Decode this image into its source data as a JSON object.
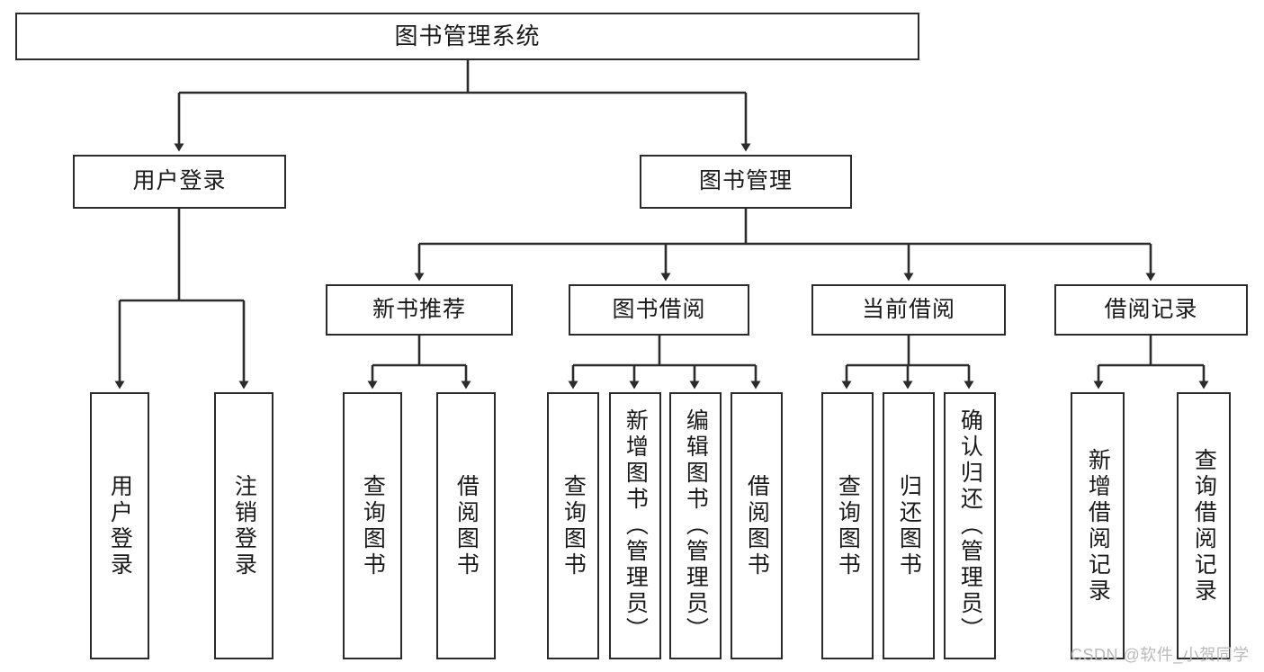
{
  "diagram": {
    "title": "图书管理系统",
    "type": "tree",
    "orientation": "top-down",
    "line_color": "#2b2b2b",
    "box_fill": "#ffffff",
    "text_color": "#1a1a1a",
    "root": {
      "label": "图书管理系统"
    },
    "level2": [
      {
        "label": "用户登录"
      },
      {
        "label": "图书管理"
      }
    ],
    "level3": [
      {
        "label": "新书推荐"
      },
      {
        "label": "图书借阅"
      },
      {
        "label": "当前借阅"
      },
      {
        "label": "借阅记录"
      }
    ],
    "leaves": {
      "user_login": [
        {
          "label": "用户登录"
        },
        {
          "label": "注销登录"
        }
      ],
      "new_book_recommend": [
        {
          "label": "查询图书"
        },
        {
          "label": "借阅图书"
        }
      ],
      "book_borrow": [
        {
          "label": "查询图书"
        },
        {
          "label": "新增图书（管理员）"
        },
        {
          "label": "编辑图书（管理员）"
        },
        {
          "label": "借阅图书"
        }
      ],
      "current_borrow": [
        {
          "label": "查询图书"
        },
        {
          "label": "归还图书"
        },
        {
          "label": "确认归还（管理员）"
        }
      ],
      "borrow_record": [
        {
          "label": "新增借阅记录"
        },
        {
          "label": "查询借阅记录"
        }
      ]
    }
  },
  "watermark": {
    "text": "CSDN @软件_小贺同学"
  }
}
